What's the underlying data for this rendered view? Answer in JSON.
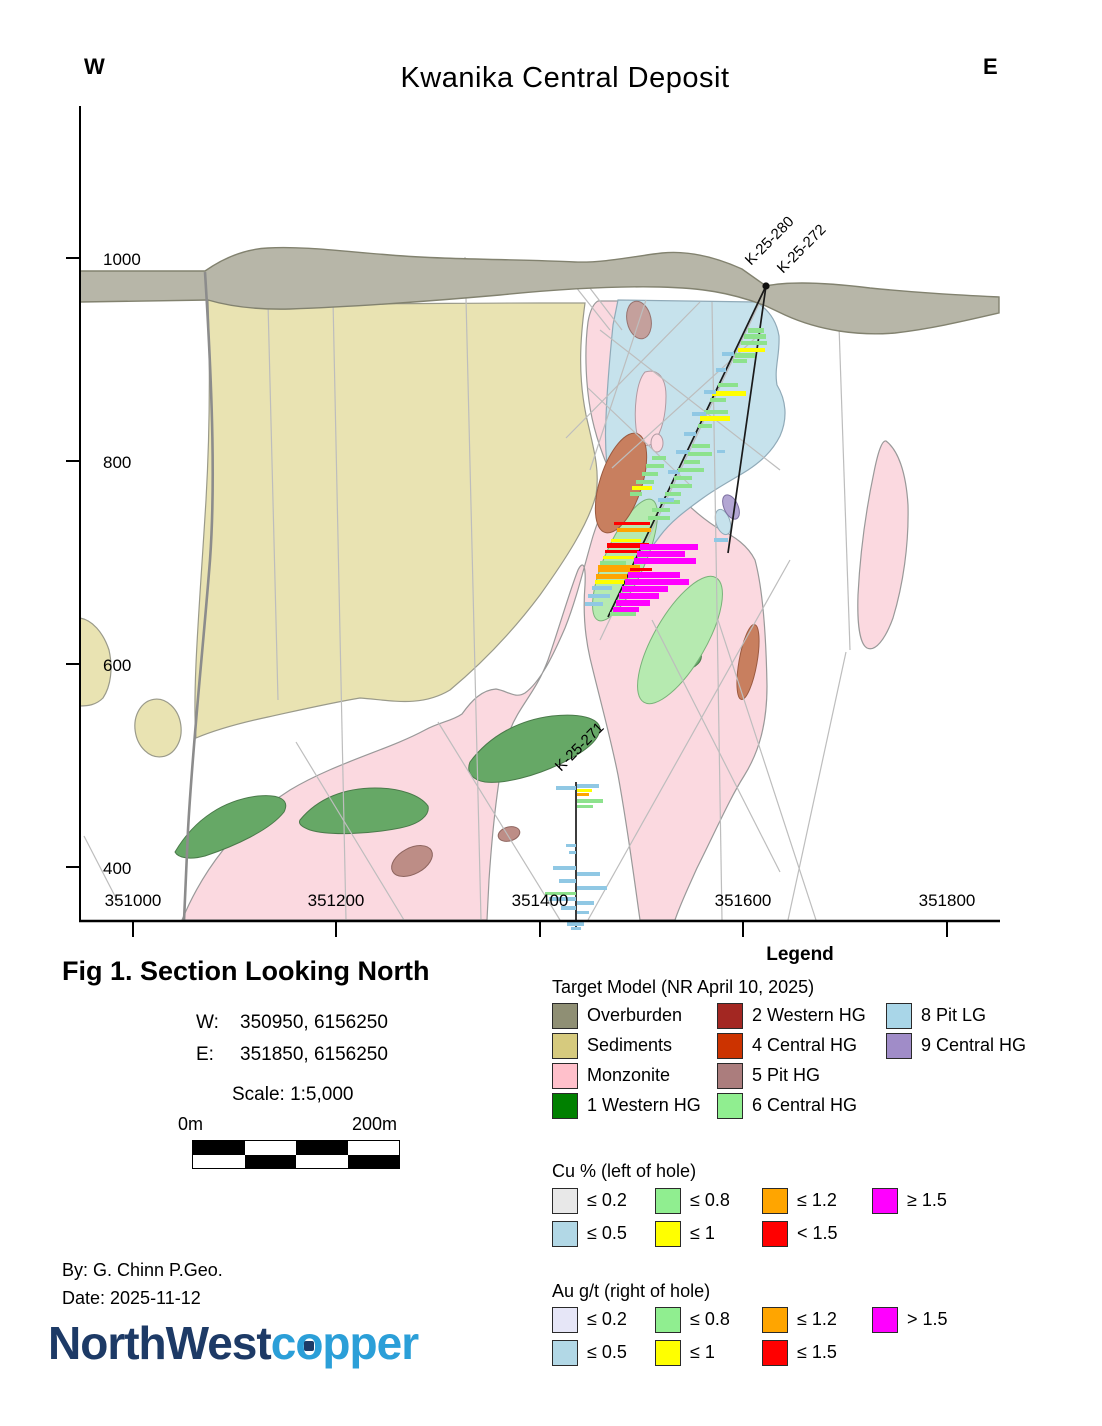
{
  "title": "Kwanika Central Deposit",
  "section": {
    "west_label": "W",
    "east_label": "E",
    "y_axis": {
      "ticks": [
        "1000",
        "800",
        "600",
        "400"
      ]
    },
    "x_axis": {
      "ticks": [
        "351000",
        "351200",
        "351400",
        "351600",
        "351800"
      ]
    },
    "drill_holes": [
      {
        "name": "K-25-280"
      },
      {
        "name": "K-25-272"
      },
      {
        "name": "K-25-271"
      }
    ]
  },
  "figure_info": {
    "caption": "Fig 1. Section Looking North",
    "west_label": "W:",
    "west_coord": "350950, 6156250",
    "east_label": "E:",
    "east_coord": "351850, 6156250",
    "scale_text": "Scale: 1:5,000",
    "scalebar_start": "0m",
    "scalebar_end": "200m",
    "author": "By: G. Chinn P.Geo.",
    "date": "Date: 2025-11-12"
  },
  "logo": {
    "part1": "NorthWest",
    "part2_pre": "c",
    "part2_o": "o",
    "part2_post": "pper",
    "color_navy": "#1d3a66",
    "color_blue": "#2b9fd8"
  },
  "legend": {
    "title": "Legend",
    "target_model_title": "Target Model (NR April 10, 2025)",
    "items": [
      {
        "label": "Overburden",
        "color": "#8f8f74"
      },
      {
        "label": "Sediments",
        "color": "#d6ca7e"
      },
      {
        "label": "Monzonite",
        "color": "#ffc0cb"
      },
      {
        "label": "1 Western HG",
        "color": "#008000"
      },
      {
        "label": "2 Western HG",
        "color": "#a32722"
      },
      {
        "label": "4 Central HG",
        "color": "#cc3300"
      },
      {
        "label": "5 Pit HG",
        "color": "#ab7d7d"
      },
      {
        "label": "6 Central HG",
        "color": "#90ee90"
      },
      {
        "label": "8 Pit LG",
        "color": "#a9d6e8"
      },
      {
        "label": "9 Central HG",
        "color": "#a violet"
      }
    ],
    "cu": {
      "title": "Cu % (left of hole)",
      "row1": [
        {
          "label": "≤ 0.2",
          "color": "#e8e8e8"
        },
        {
          "label": "≤ 0.8",
          "color": "#90ee90"
        },
        {
          "label": "≤ 1.2",
          "color": "#ffa500"
        },
        {
          "label": "≥ 1.5",
          "color": "#ff00ff"
        }
      ],
      "row2": [
        {
          "label": "≤ 0.5",
          "color": "#b2d8e6"
        },
        {
          "label": "≤ 1",
          "color": "#ffff00"
        },
        {
          "label": "< 1.5",
          "color": "#ff0000"
        }
      ]
    },
    "au": {
      "title": "Au g/t (right of hole)",
      "row1": [
        {
          "label": "≤ 0.2",
          "color": "#e6e6f7"
        },
        {
          "label": "≤ 0.8",
          "color": "#90ee90"
        },
        {
          "label": "≤ 1.2",
          "color": "#ffa500"
        },
        {
          "label": "> 1.5",
          "color": "#ff00ff"
        }
      ],
      "row2": [
        {
          "label": "≤ 0.5",
          "color": "#b2d8e6"
        },
        {
          "label": "≤ 1",
          "color": "#ffff00"
        },
        {
          "label": "≤ 1.5",
          "color": "#ff0000"
        }
      ]
    }
  }
}
